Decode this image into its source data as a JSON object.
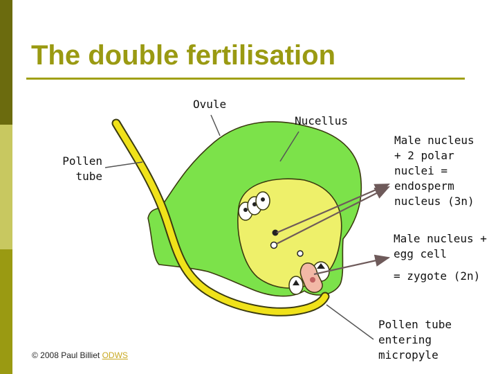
{
  "title": "The double fertilisation",
  "sidebar_colors": [
    "#6b6b0e",
    "#c8c860",
    "#9a9a12"
  ],
  "accent_color": "#a0a014",
  "labels": {
    "ovule": "Ovule",
    "nucellus": "Nucellus",
    "pollen_tube_line1": "Pollen",
    "pollen_tube_line2": "tube",
    "endosperm_line1": "Male nucleus",
    "endosperm_line2": "+ 2 polar",
    "endosperm_line3": "nuclei =",
    "endosperm_line4": "endosperm",
    "endosperm_line5": "nucleus (3n)",
    "zygote_line1": "Male nucleus +",
    "zygote_line2": "egg cell",
    "zygote_line3": "= zygote (2n)",
    "micropyle_line1": "Pollen tube",
    "micropyle_line2": "entering",
    "micropyle_line3": "micropyle"
  },
  "copyright": {
    "text": "© 2008 Paul Billiet",
    "link": "ODWS"
  }
}
